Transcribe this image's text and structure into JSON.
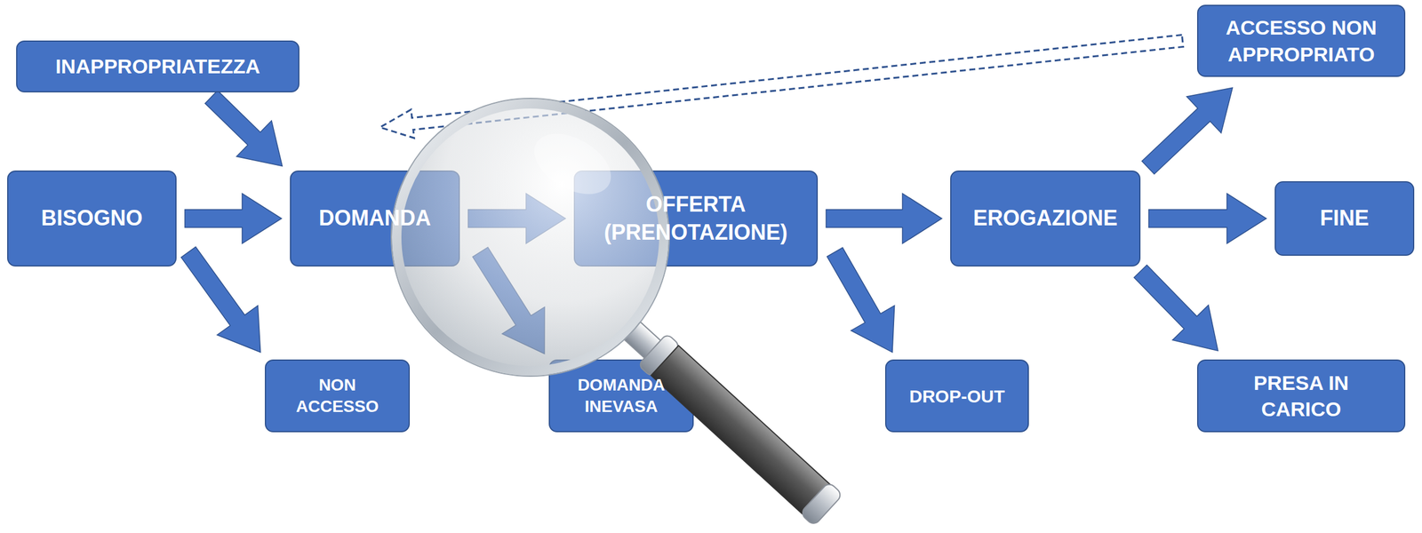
{
  "diagram": {
    "nodes": [
      {
        "text": [
          "INAPPROPRIATEZZA"
        ]
      },
      {
        "text": [
          "ACCESSO NON APPROPRIATO"
        ]
      },
      {
        "text": [
          "BISOGNO"
        ]
      },
      {
        "text": [
          "DOMANDA"
        ]
      },
      {
        "text": [
          "OFFERTA (PRENOTAZIONE)"
        ]
      },
      {
        "text": [
          "EROGAZIONE"
        ]
      },
      {
        "text": [
          "FINE"
        ]
      },
      {
        "text": [
          "NON ACCESSO"
        ]
      },
      {
        "text": [
          "DOMANDA INEVASA"
        ]
      },
      {
        "text": [
          "DROP-OUT"
        ]
      },
      {
        "text": [
          "PRESA IN CARICO"
        ]
      }
    ],
    "edges": [
      {
        "from": 0,
        "to": 3,
        "arrow": "to"
      },
      {
        "from": 2,
        "to": 3,
        "arrow": "to"
      },
      {
        "from": 3,
        "to": 4,
        "arrow": "to"
      },
      {
        "from": 4,
        "to": 5,
        "arrow": "to"
      },
      {
        "from": 5,
        "to": 6,
        "arrow": "to"
      },
      {
        "from": 2,
        "to": 7,
        "arrow": "to"
      },
      {
        "from": 3,
        "to": 8,
        "arrow": "to"
      },
      {
        "from": 4,
        "to": 9,
        "arrow": "to"
      },
      {
        "from": 5,
        "to": 1,
        "arrow": "to"
      },
      {
        "from": 5,
        "to": 10,
        "arrow": "to"
      },
      {
        "from": 1,
        "to": 3,
        "arrow": "to"
      }
    ]
  }
}
